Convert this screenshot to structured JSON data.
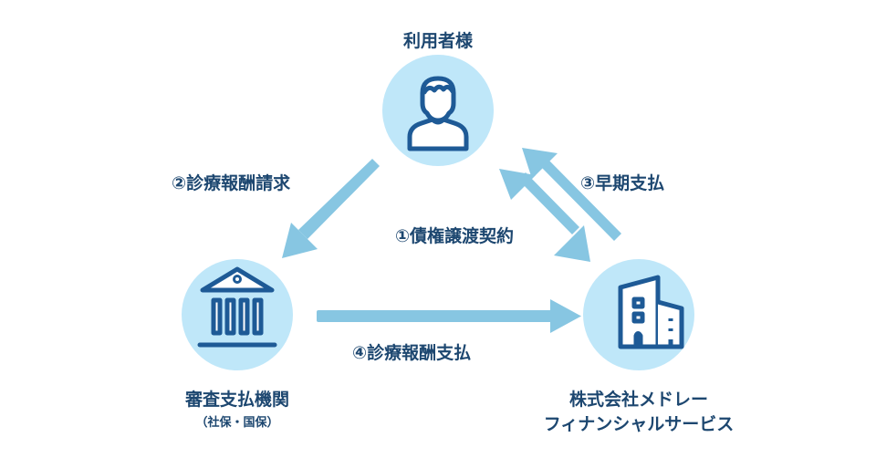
{
  "nodes": {
    "user": {
      "title": "利用者様",
      "icon": "person-icon"
    },
    "agency": {
      "title": "審査支払機関",
      "subtitle": "（社保・国保）",
      "icon": "bank-building-icon"
    },
    "company": {
      "title_line1": "株式会社メドレー",
      "title_line2": "フィナンシャルサービス",
      "icon": "office-building-icon"
    }
  },
  "flows": [
    {
      "label": "①債権譲渡契約",
      "from": "user",
      "to": "company",
      "direction": "bidirectional"
    },
    {
      "label": "②診療報酬請求",
      "from": "user",
      "to": "agency",
      "direction": "one-way"
    },
    {
      "label": "③早期支払",
      "from": "company",
      "to": "user",
      "direction": "one-way"
    },
    {
      "label": "④診療報酬支払",
      "from": "agency",
      "to": "company",
      "direction": "one-way"
    }
  ],
  "colors": {
    "circle_fill": "#bfe7f9",
    "icon_stroke": "#1e5a96",
    "arrow_fill": "#87c6e2",
    "text": "#1d4770"
  }
}
